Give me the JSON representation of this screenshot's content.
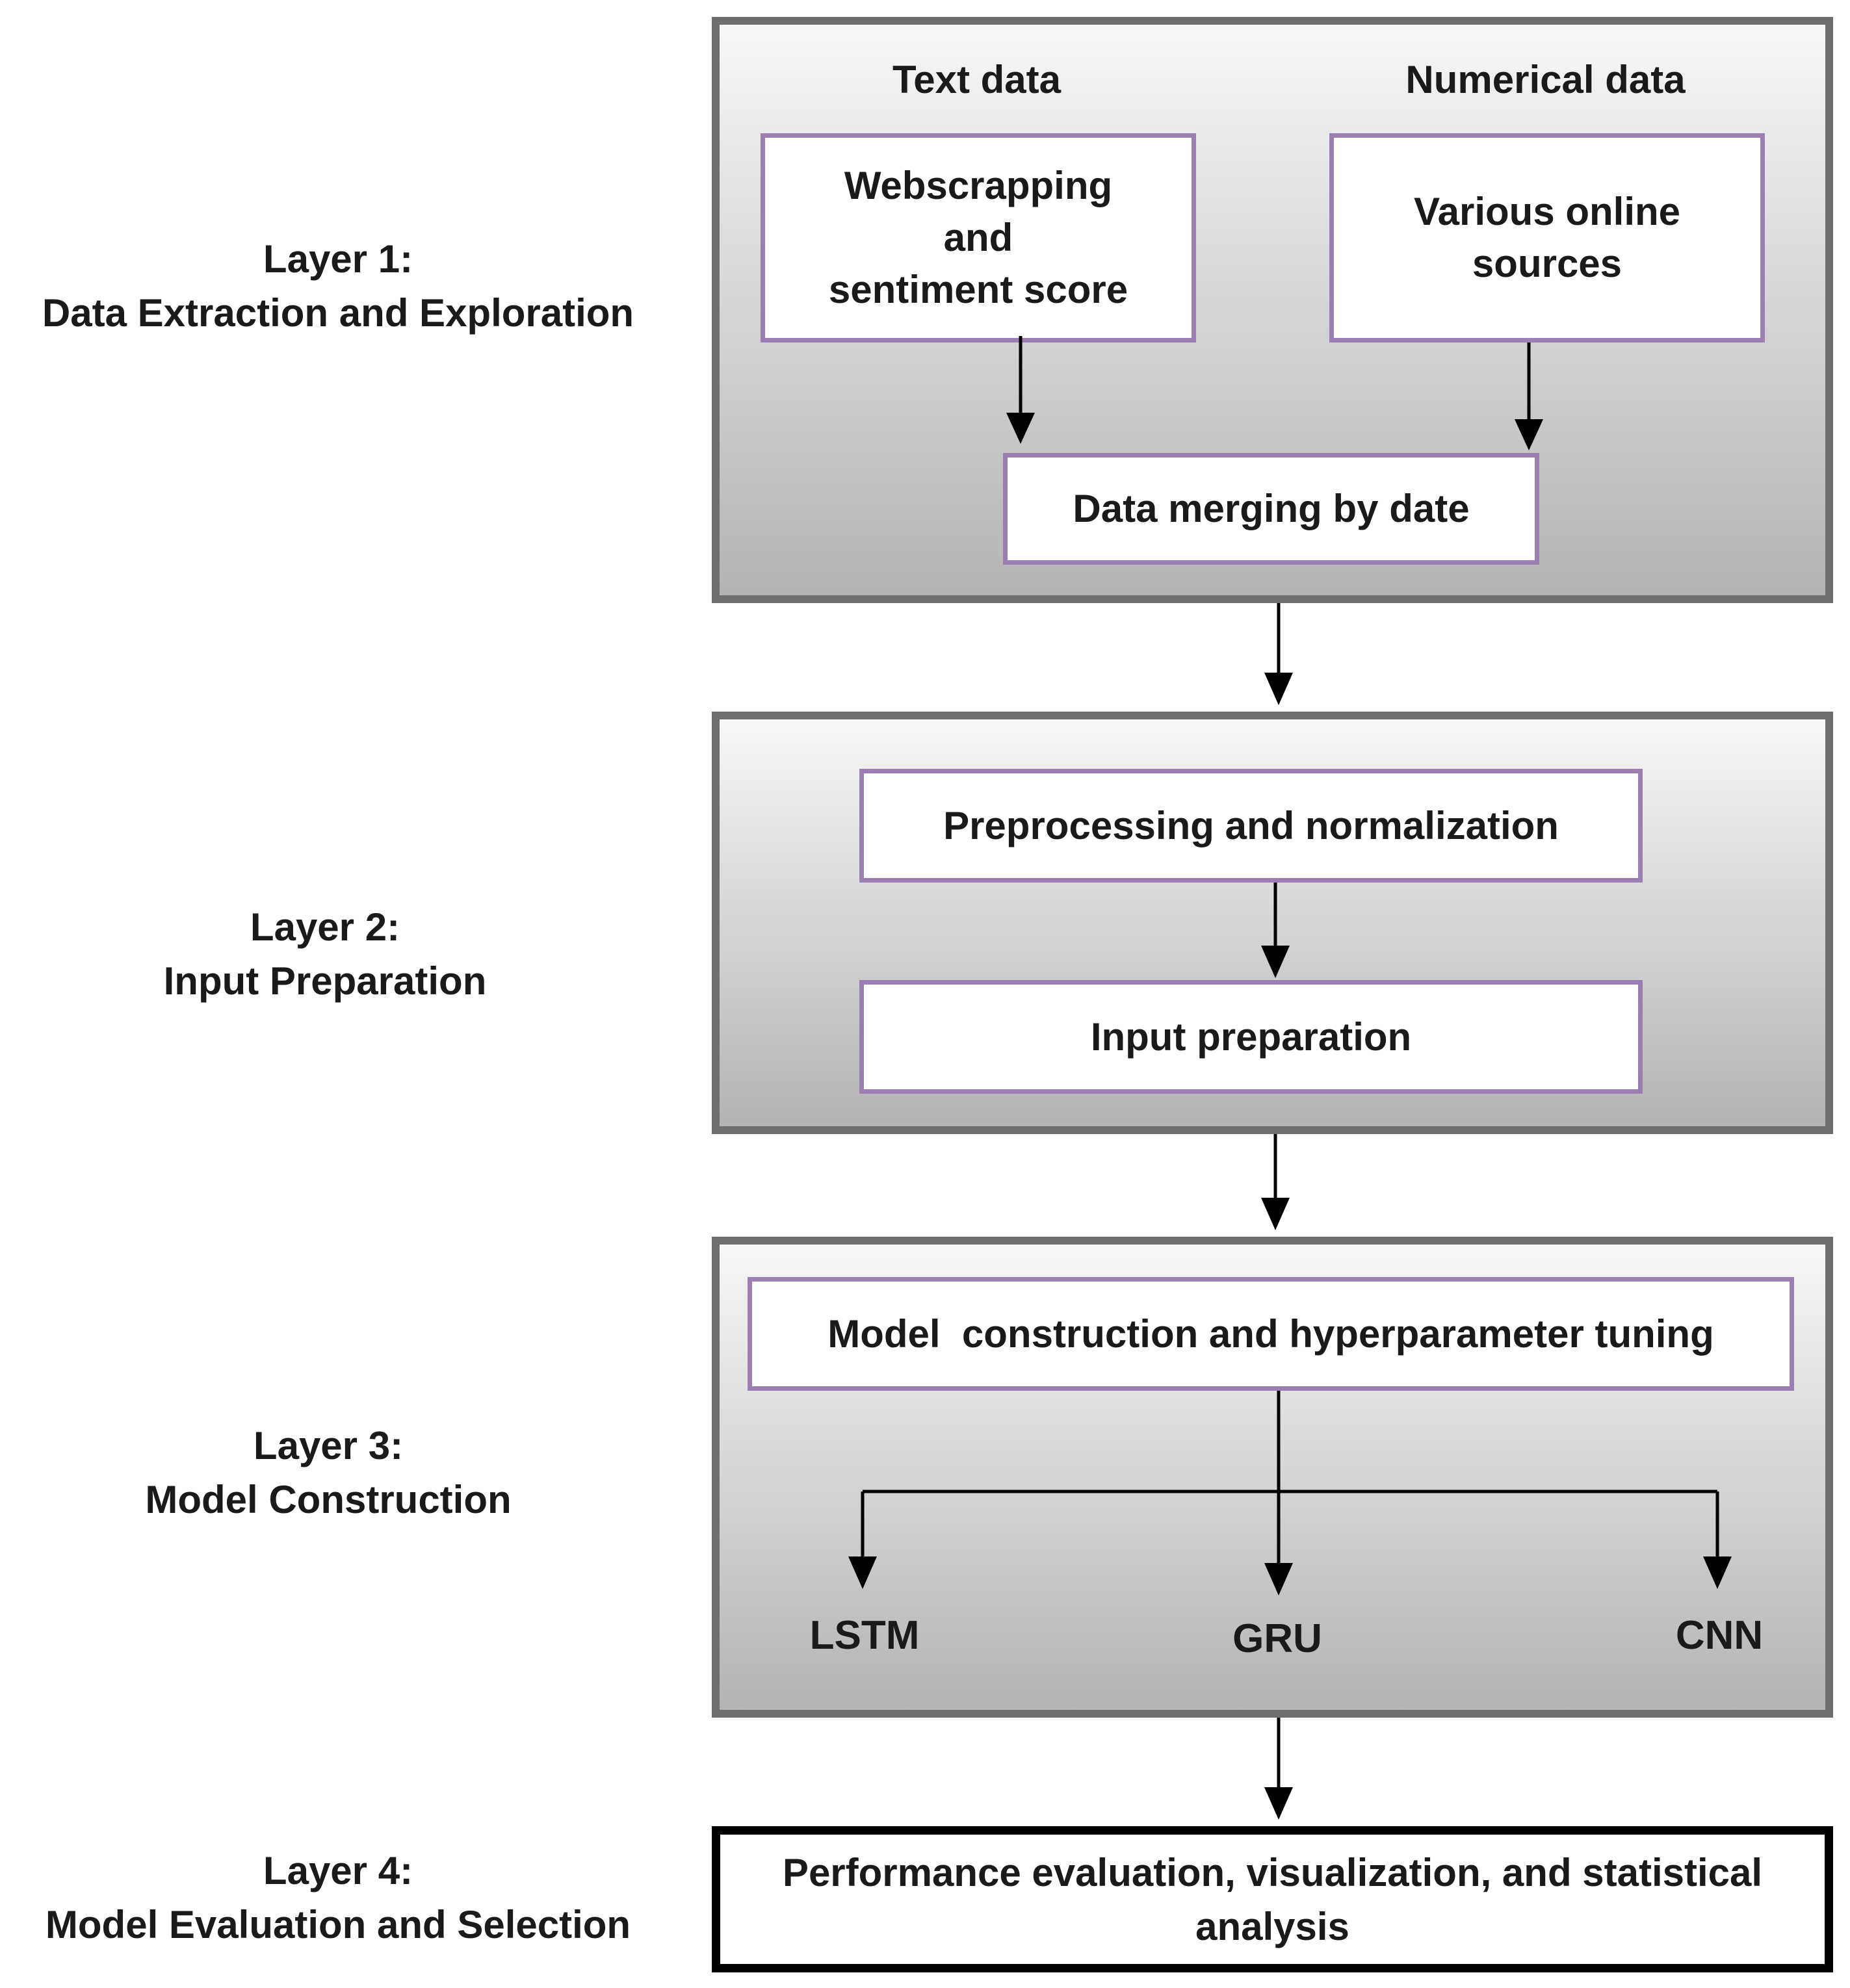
{
  "layers": [
    {
      "title": "Layer 1:",
      "subtitle": "Data Extraction and Exploration"
    },
    {
      "title": "Layer 2:",
      "subtitle": "Input Preparation"
    },
    {
      "title": "Layer 3:",
      "subtitle": "Model Construction"
    },
    {
      "title": "Layer 4:",
      "subtitle": "Model Evaluation and Selection"
    }
  ],
  "layer1": {
    "text_heading": "Text data",
    "numerical_heading": "Numerical data",
    "webscrapping": [
      "Webscrapping",
      "and",
      "sentiment score"
    ],
    "online_sources": [
      "Various online",
      "sources"
    ],
    "merging": "Data merging by date"
  },
  "layer2": {
    "preprocessing": "Preprocessing and normalization",
    "input_prep": "Input preparation"
  },
  "layer3": {
    "construction": "Model  construction and hyperparameter tuning",
    "models": [
      "LSTM",
      "GRU",
      "CNN"
    ]
  },
  "layer4": {
    "evaluation": [
      "Performance evaluation, visualization, and statistical",
      "analysis"
    ]
  },
  "colors": {
    "panel_border": "#6e6e6e",
    "box_border": "#9b7fb2",
    "final_border": "#000000"
  }
}
